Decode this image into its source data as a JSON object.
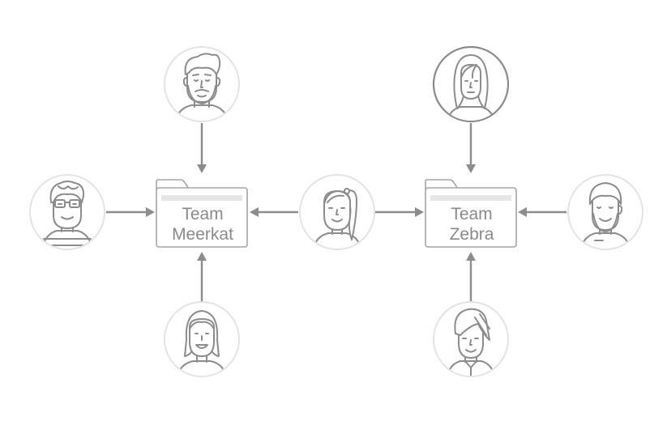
{
  "teams": [
    {
      "id": "meerkat",
      "line1": "Team",
      "line2": "Meerkat"
    },
    {
      "id": "zebra",
      "line1": "Team",
      "line2": "Zebra"
    }
  ],
  "colors": {
    "line": "#8c8c8c",
    "ring": "#e3e3e3",
    "ring_dark": "#8a8a8a",
    "folder_stroke": "#a5a5a5",
    "folder_strip": "#e6e6e6",
    "label": "#8a8a8a"
  },
  "members": [
    {
      "id": "bearded-man",
      "team": "meerkat"
    },
    {
      "id": "man-with-glasses",
      "team": "meerkat"
    },
    {
      "id": "woman-smiling",
      "team": "meerkat"
    },
    {
      "id": "girl-with-ponytail",
      "team": [
        "meerkat",
        "zebra"
      ]
    },
    {
      "id": "woman-long-hair",
      "team": "zebra"
    },
    {
      "id": "man-with-beard",
      "team": "zebra"
    },
    {
      "id": "man-with-fringe",
      "team": "zebra"
    }
  ]
}
